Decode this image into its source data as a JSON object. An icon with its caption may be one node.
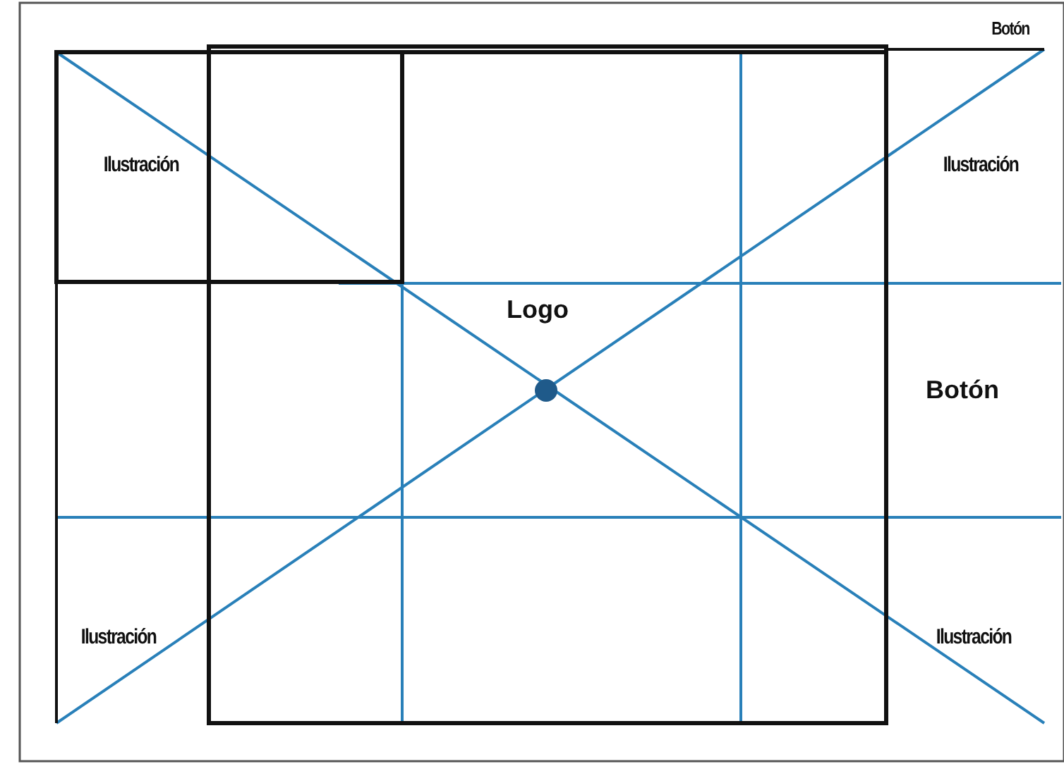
{
  "diagram": {
    "labels": [
      "Botón",
      "Ilustración",
      "Ilustración",
      "Logo",
      "Botón",
      "Ilustración",
      "Ilustración"
    ]
  }
}
